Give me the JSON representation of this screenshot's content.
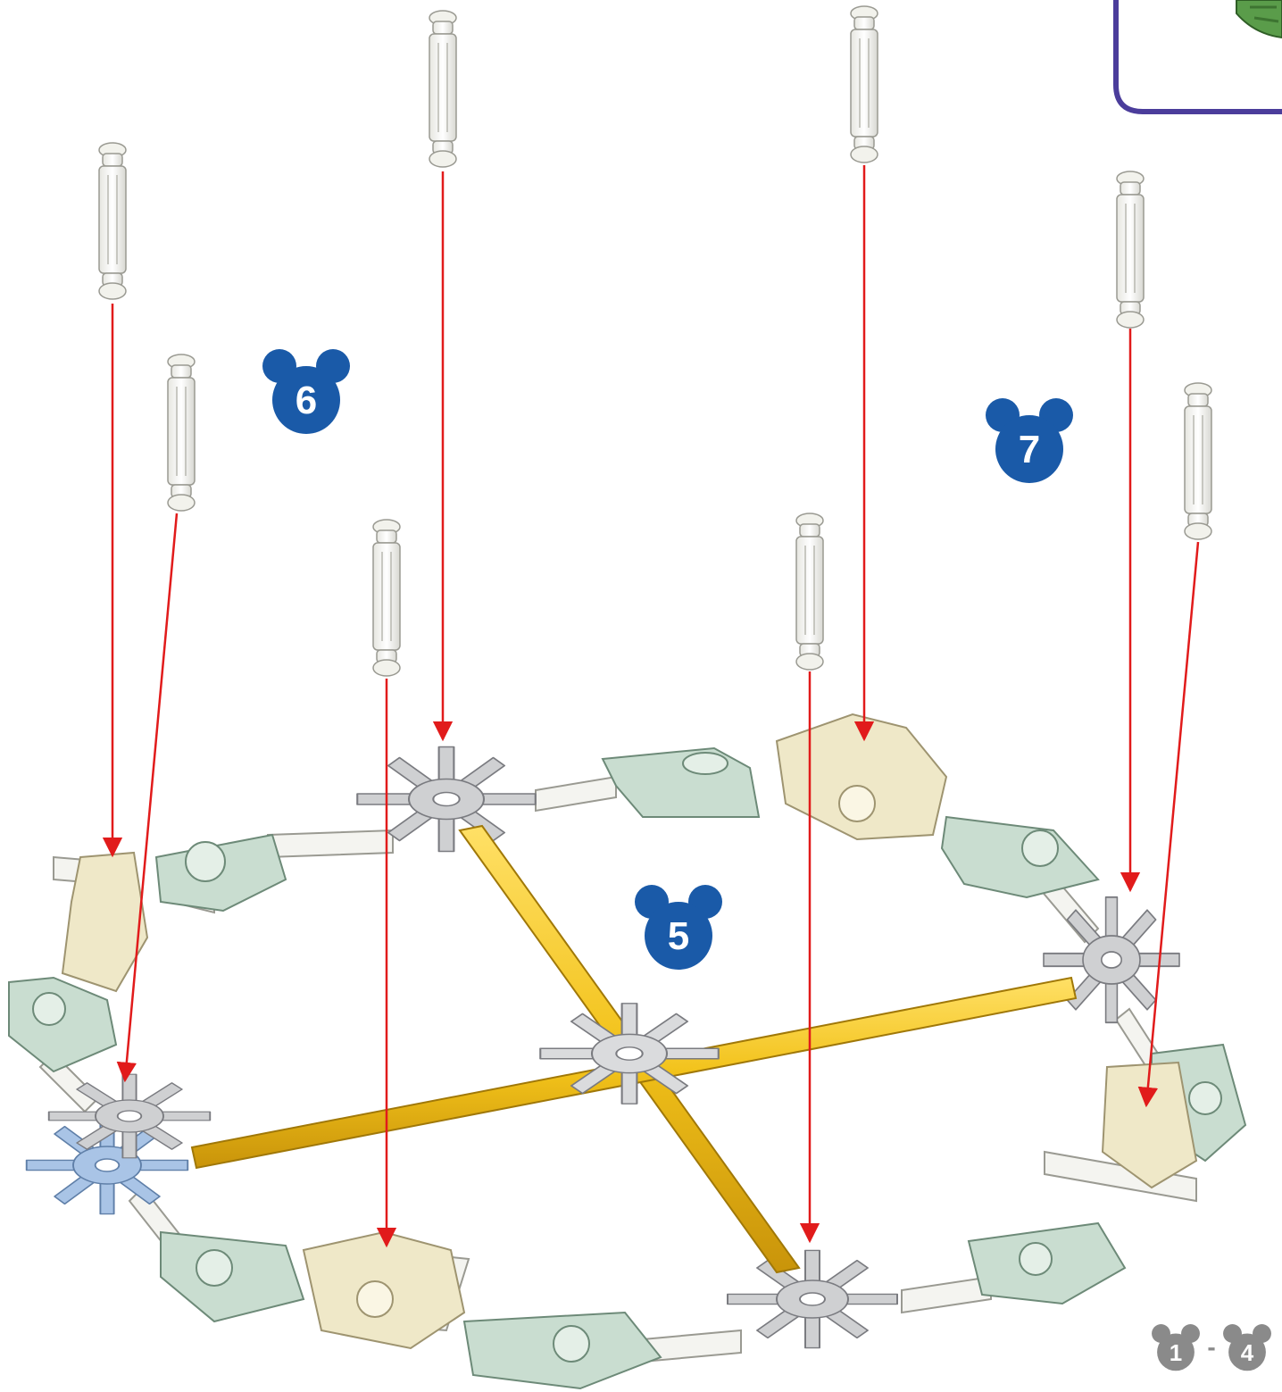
{
  "step_badges": [
    {
      "id": "step-6",
      "number": "6",
      "color": "#1a5aa8"
    },
    {
      "id": "step-7",
      "number": "7",
      "color": "#1a5aa8"
    },
    {
      "id": "step-5",
      "number": "5",
      "color": "#1a5aa8"
    }
  ],
  "prior_steps_badge": {
    "from": "1",
    "separator": "-",
    "to": "4",
    "color": "#8a8a8a"
  },
  "colors": {
    "arrow": "#e11b1b",
    "rod_yellow": "#f2c21a",
    "rod_white": "#f4f4f0",
    "connector_green": "#c9ddd0",
    "connector_tan": "#efe8c8",
    "connector_gray": "#cfd0d2",
    "connector_blue": "#a9c4e6",
    "inset_border": "#4b3d9b",
    "inset_part": "#5a9c4a"
  },
  "parts": {
    "pins": "white-pin",
    "arrows": "red-arrow"
  }
}
